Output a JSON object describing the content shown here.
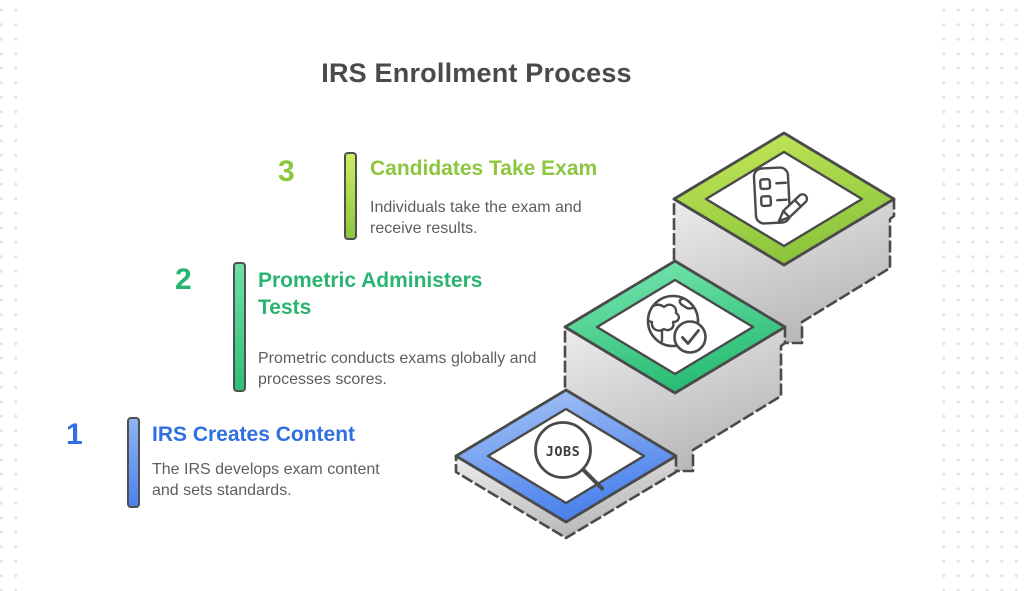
{
  "page": {
    "background_dot_color": "#e2e2e8",
    "card_color": "#ffffff",
    "title_color": "#4a4a4a",
    "body_text_color": "#5e5e5e",
    "outline_color": "#4a4a4a"
  },
  "title": "IRS Enrollment Process",
  "steps": [
    {
      "number": "1",
      "title": "IRS Creates Content",
      "description": "The IRS develops exam content and sets standards.",
      "accent": "#2f6fe4",
      "bar_gradient": [
        "#8fb4f2",
        "#4b82ec"
      ],
      "stair_icon": "jobs-magnifier-icon"
    },
    {
      "number": "2",
      "title": "Prometric Administers Tests",
      "description": "Prometric conducts exams globally and processes scores.",
      "accent": "#29b571",
      "bar_gradient": [
        "#6ee0a6",
        "#2fbf77"
      ],
      "stair_icon": "globe-check-icon"
    },
    {
      "number": "3",
      "title": "Candidates Take Exam",
      "description": "Individuals take the exam and receive results.",
      "accent": "#8dc63f",
      "bar_gradient": [
        "#cdec62",
        "#8dc63f"
      ],
      "stair_icon": "exam-pencil-icon"
    }
  ],
  "staircase": {
    "jobs_label": "JOBS",
    "border_colors": {
      "step1": [
        "#abc8f6",
        "#4a81ec"
      ],
      "step2": [
        "#7de8b4",
        "#29bd74"
      ],
      "step3": [
        "#c8e95a",
        "#8cc53c"
      ]
    },
    "face_color": [
      "#ececec",
      "#b8b8b8"
    ]
  }
}
